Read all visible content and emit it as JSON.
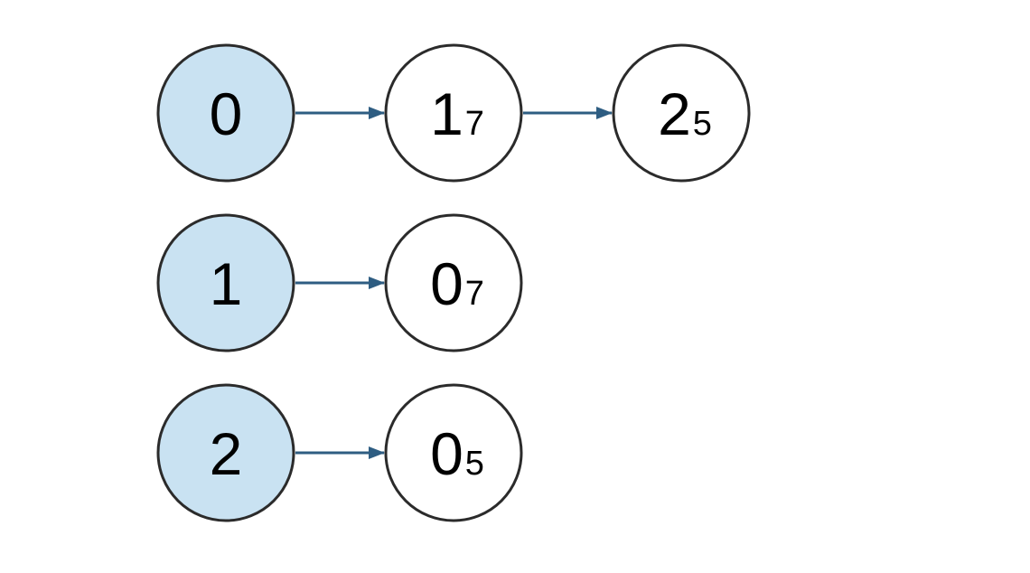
{
  "colors": {
    "head_fill": "#c9e2f2",
    "node_fill": "#ffffff",
    "node_stroke": "#2b2b2b",
    "arrow": "#2e5d82",
    "text": "#000000"
  },
  "adjacency_list": [
    {
      "vertex": "0",
      "neighbors": [
        {
          "vertex": "1",
          "weight": "7"
        },
        {
          "vertex": "2",
          "weight": "5"
        }
      ]
    },
    {
      "vertex": "1",
      "neighbors": [
        {
          "vertex": "0",
          "weight": "7"
        }
      ]
    },
    {
      "vertex": "2",
      "neighbors": [
        {
          "vertex": "0",
          "weight": "5"
        }
      ]
    }
  ]
}
